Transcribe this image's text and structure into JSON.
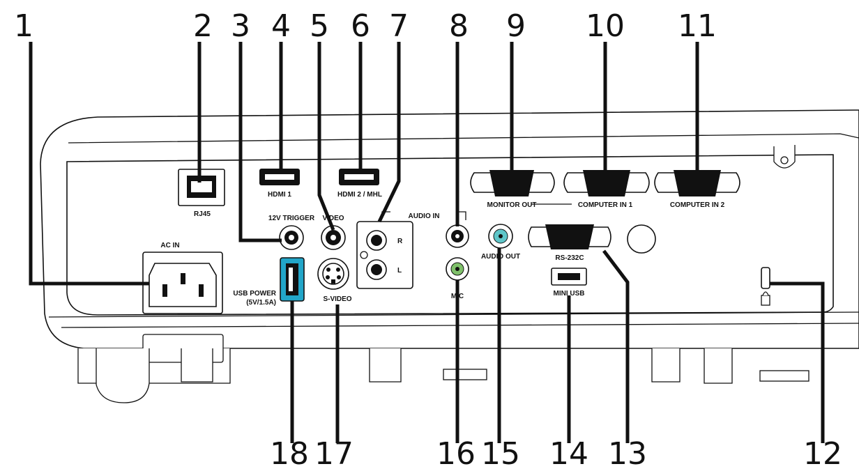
{
  "callouts": [
    "1",
    "2",
    "3",
    "4",
    "5",
    "6",
    "7",
    "8",
    "9",
    "10",
    "11",
    "12",
    "13",
    "14",
    "15",
    "16",
    "17",
    "18"
  ],
  "port_labels": {
    "ac_in": "AC IN",
    "rj45": "RJ45",
    "hdmi1": "HDMI 1",
    "hdmi2_mhl": "HDMI 2 / MHL",
    "monitor_out": "MONITOR OUT",
    "computer_in1": "COMPUTER IN 1",
    "computer_in2": "COMPUTER IN 2",
    "trigger": "12V TRIGGER",
    "video": "VIDEO",
    "audio_in": "AUDIO IN",
    "audio_r": "R",
    "audio_l": "L",
    "audio_out": "AUDIO OUT",
    "rs232c": "RS-232C",
    "mini_usb": "MINI USB",
    "mic": "MIC",
    "svideo": "S-VIDEO",
    "usb_power_line1": "USB POWER",
    "usb_power_line2": "(5V/1.5A)"
  },
  "colors": {
    "accent_jack": "#5fc6c9",
    "mic_jack": "#7fc06a",
    "usb_port": "#22a6c9"
  }
}
